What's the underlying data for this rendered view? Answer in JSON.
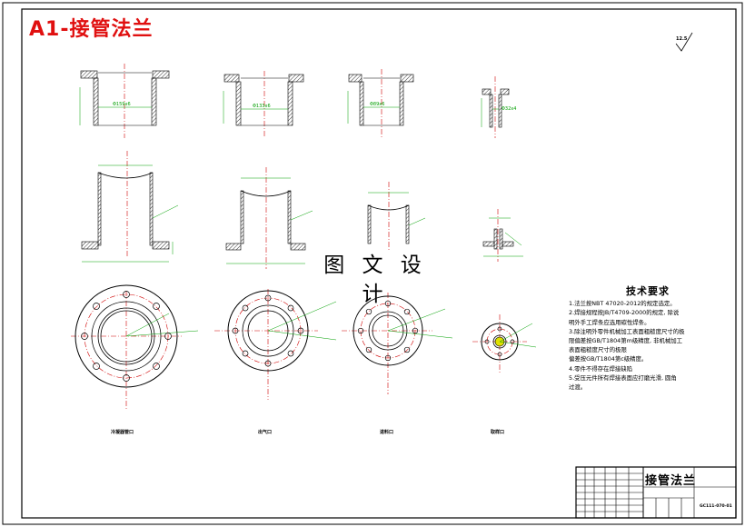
{
  "title": "A1-接管法兰",
  "watermark": "图 文 设 计",
  "roughness_mark": "12.5",
  "dimensions": {
    "view1": "Φ159x6",
    "view2": "Φ133x6",
    "view3": "Φ89x6",
    "view4": "Φ32x4"
  },
  "tech_requirements": {
    "title": "技术要求",
    "lines": [
      "1.法兰按NBT 47020-2012的规定选定。",
      "2.焊接规程按JB/T4709-2000的规定, 除说",
      "明外手工焊条应选用碳性焊条。",
      "3.除注明外零件机械加工表面粗糙度尺寸的极",
      "限偏差按GB/T1804第m级精度, 非机械加工",
      "表面粗糙度尺寸的极限",
      "偏差按GB/T1804第c级精度。",
      "4.零件不得存在焊接缺陷",
      "5.受压元件所有焊接表面应打磨光滑, 圆角",
      "过渡。"
    ]
  },
  "view_captions": [
    "冷凝器管口",
    "出气口",
    "进料口",
    "取样口"
  ],
  "title_block": {
    "name": "接管法兰",
    "code": "GC111-070-01"
  },
  "colors": {
    "outline": "#000000",
    "dimension": "#00a000",
    "centerline": "#d00000",
    "title": "#e01010",
    "highlight": "#e0e000"
  }
}
